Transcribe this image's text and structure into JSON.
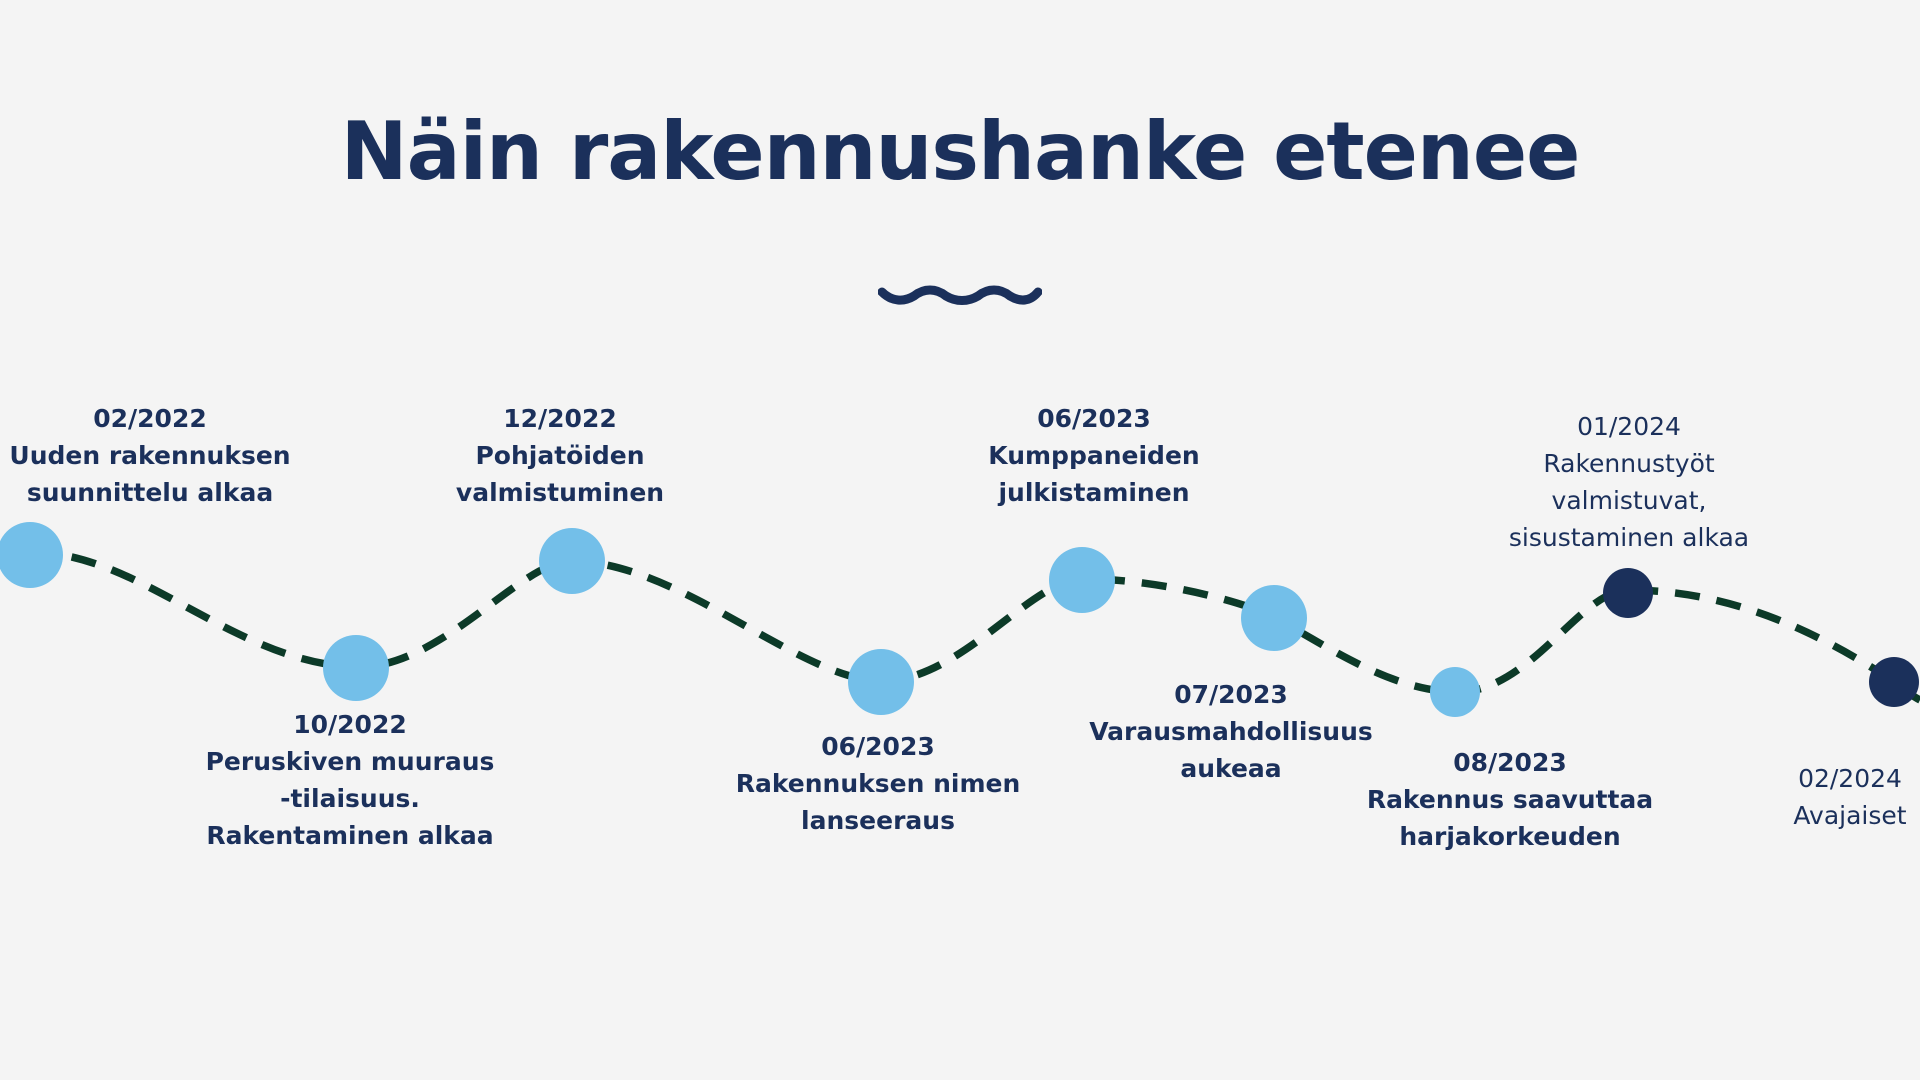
{
  "title": "Näin rakennushanke etenee",
  "colors": {
    "title": "#1b305b",
    "path": "#0c3a28",
    "dot_done": "#73bfe9",
    "dot_future": "#1b305b",
    "background": "#f4f4f4"
  },
  "milestones": [
    {
      "date": "02/2022",
      "lines": [
        "Uuden rakennuksen",
        "suunnittelu alkaa"
      ],
      "status": "done"
    },
    {
      "date": "10/2022",
      "lines": [
        "Peruskiven muuraus",
        "-tilaisuus.",
        "Rakentaminen alkaa"
      ],
      "status": "done"
    },
    {
      "date": "12/2022",
      "lines": [
        "Pohjatöiden",
        "valmistuminen"
      ],
      "status": "done"
    },
    {
      "date": "06/2023",
      "lines": [
        "Rakennuksen nimen",
        "lanseeraus"
      ],
      "status": "done"
    },
    {
      "date": "06/2023",
      "lines": [
        "Kumppaneiden",
        "julkistaminen"
      ],
      "status": "done"
    },
    {
      "date": "07/2023",
      "lines": [
        "Varausmahdollisuus",
        "aukeaa"
      ],
      "status": "done"
    },
    {
      "date": "08/2023",
      "lines": [
        "Rakennus saavuttaa",
        "harjakorkeuden"
      ],
      "status": "done"
    },
    {
      "date": "01/2024",
      "lines": [
        "Rakennustyöt",
        "valmistuvat,",
        "sisustaminen alkaa"
      ],
      "status": "future"
    },
    {
      "date": "02/2024",
      "lines": [
        "Avajaiset"
      ],
      "status": "future"
    }
  ]
}
